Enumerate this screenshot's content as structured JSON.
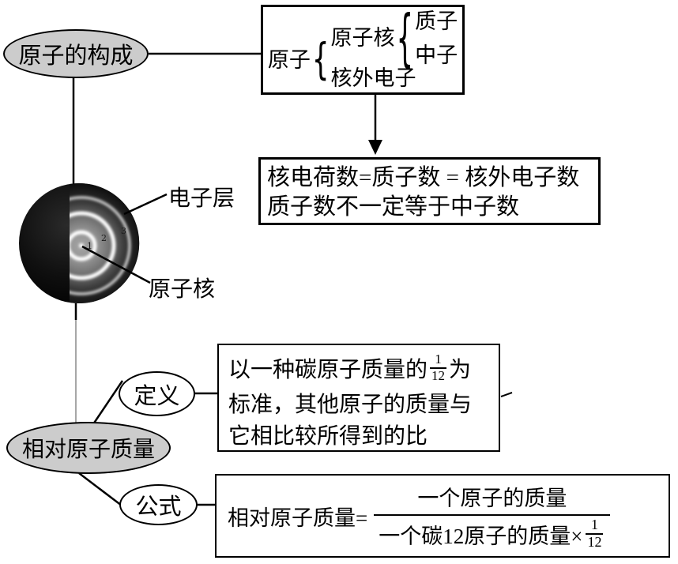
{
  "nodes": {
    "atom_composition": "原子的构成",
    "relative_atomic_mass": "相对原子质量",
    "definition": "定义",
    "formula": "公式"
  },
  "glyphs": {
    "brace": "{"
  },
  "brace_box": {
    "root": "原子",
    "nucleus": "原子核",
    "proton": "质子",
    "neutron": "中子",
    "extranuclear_electron": "核外电子"
  },
  "conclusion_box": {
    "line1": "核电荷数=质子数 = 核外电子数",
    "line2": "质子数不一定等于中子数"
  },
  "atom_image": {
    "label_electron_shell": "电子层",
    "label_nucleus": "原子核",
    "shell_numbers": [
      "1",
      "2",
      "3"
    ]
  },
  "definition_box": {
    "line1_before": "以一种碳原子质量的",
    "frac_num": "1",
    "frac_den": "12",
    "line1_after": "为",
    "line2": "标准，其他原子的质量与",
    "line3": "它相比较所得到的比"
  },
  "formula_box": {
    "lhs": "相对原子质量=",
    "numerator": "一个原子的质量",
    "den_text": "一个碳12原子的质量×",
    "frac_num": "1",
    "frac_den": "12"
  },
  "colors": {
    "background": "#ffffff",
    "node_fill": "#cccccc",
    "border": "#000000",
    "connector_gray": "#8a8a8a"
  }
}
